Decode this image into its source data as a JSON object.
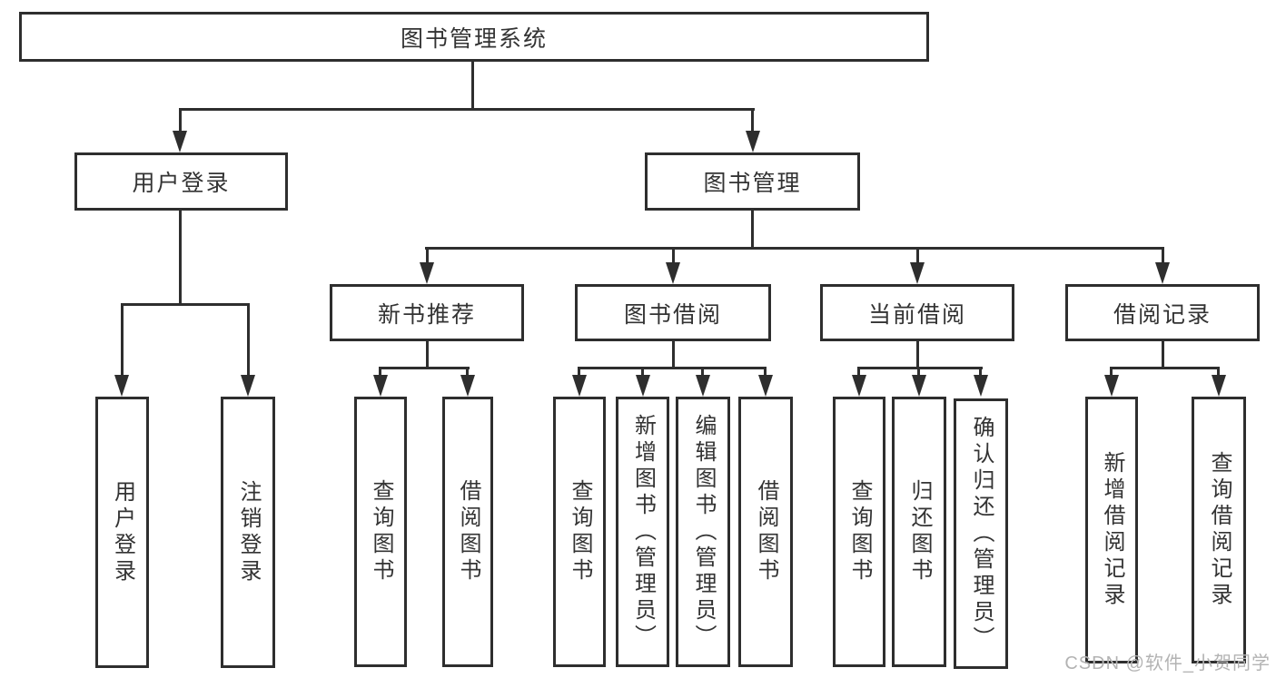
{
  "diagram": {
    "title": "图书管理系统",
    "tree": {
      "root": "图书管理系统",
      "level2": [
        {
          "label": "用户登录",
          "children": [
            "用户登录",
            "注销登录"
          ]
        },
        {
          "label": "图书管理",
          "children": [
            {
              "label": "新书推荐",
              "children": [
                "查询图书",
                "借阅图书"
              ]
            },
            {
              "label": "图书借阅",
              "children": [
                "查询图书",
                "新增图书（管理员）",
                "编辑图书（管理员）",
                "借阅图书"
              ]
            },
            {
              "label": "当前借阅",
              "children": [
                "查询图书",
                "归还图书",
                "确认归还（管理员）"
              ]
            },
            {
              "label": "借阅记录",
              "children": [
                "新增借阅记录",
                "查询借阅记录"
              ]
            }
          ]
        }
      ]
    },
    "colors": {
      "line": "#2e2e2e",
      "box_border": "#2e2e2e",
      "box_fill": "#ffffff",
      "text": "#333333",
      "background": "#ffffff",
      "watermark": "#b3b3b3"
    }
  },
  "watermark": {
    "text": "CSDN @软件_小贺同学"
  }
}
